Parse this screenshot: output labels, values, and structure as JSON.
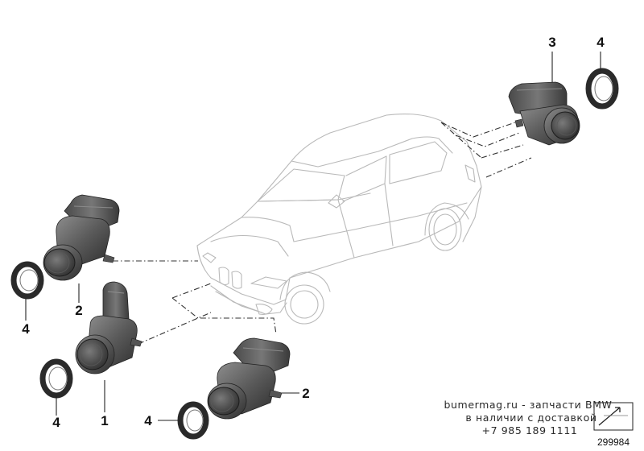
{
  "diagram": {
    "part_callouts": [
      {
        "id": "p1",
        "number": "1"
      },
      {
        "id": "p2a",
        "number": "2"
      },
      {
        "id": "p2b",
        "number": "2"
      },
      {
        "id": "p3",
        "number": "3"
      },
      {
        "id": "p4a",
        "number": "4"
      },
      {
        "id": "p4b",
        "number": "4"
      },
      {
        "id": "p4c",
        "number": "4"
      },
      {
        "id": "p4d",
        "number": "4"
      }
    ],
    "document_number": "299984"
  },
  "watermark": {
    "line1": "bumermag.ru - запчасти BMW",
    "line2": "в наличии с доставкой",
    "line3": "+7 985 189 1111"
  },
  "colors": {
    "sensor_dark": "#3e3e3e",
    "sensor_mid": "#6a6a6a",
    "sensor_light": "#9a9a9a",
    "car_outline": "#b9b9b9",
    "ring": "#2a2a2a"
  }
}
